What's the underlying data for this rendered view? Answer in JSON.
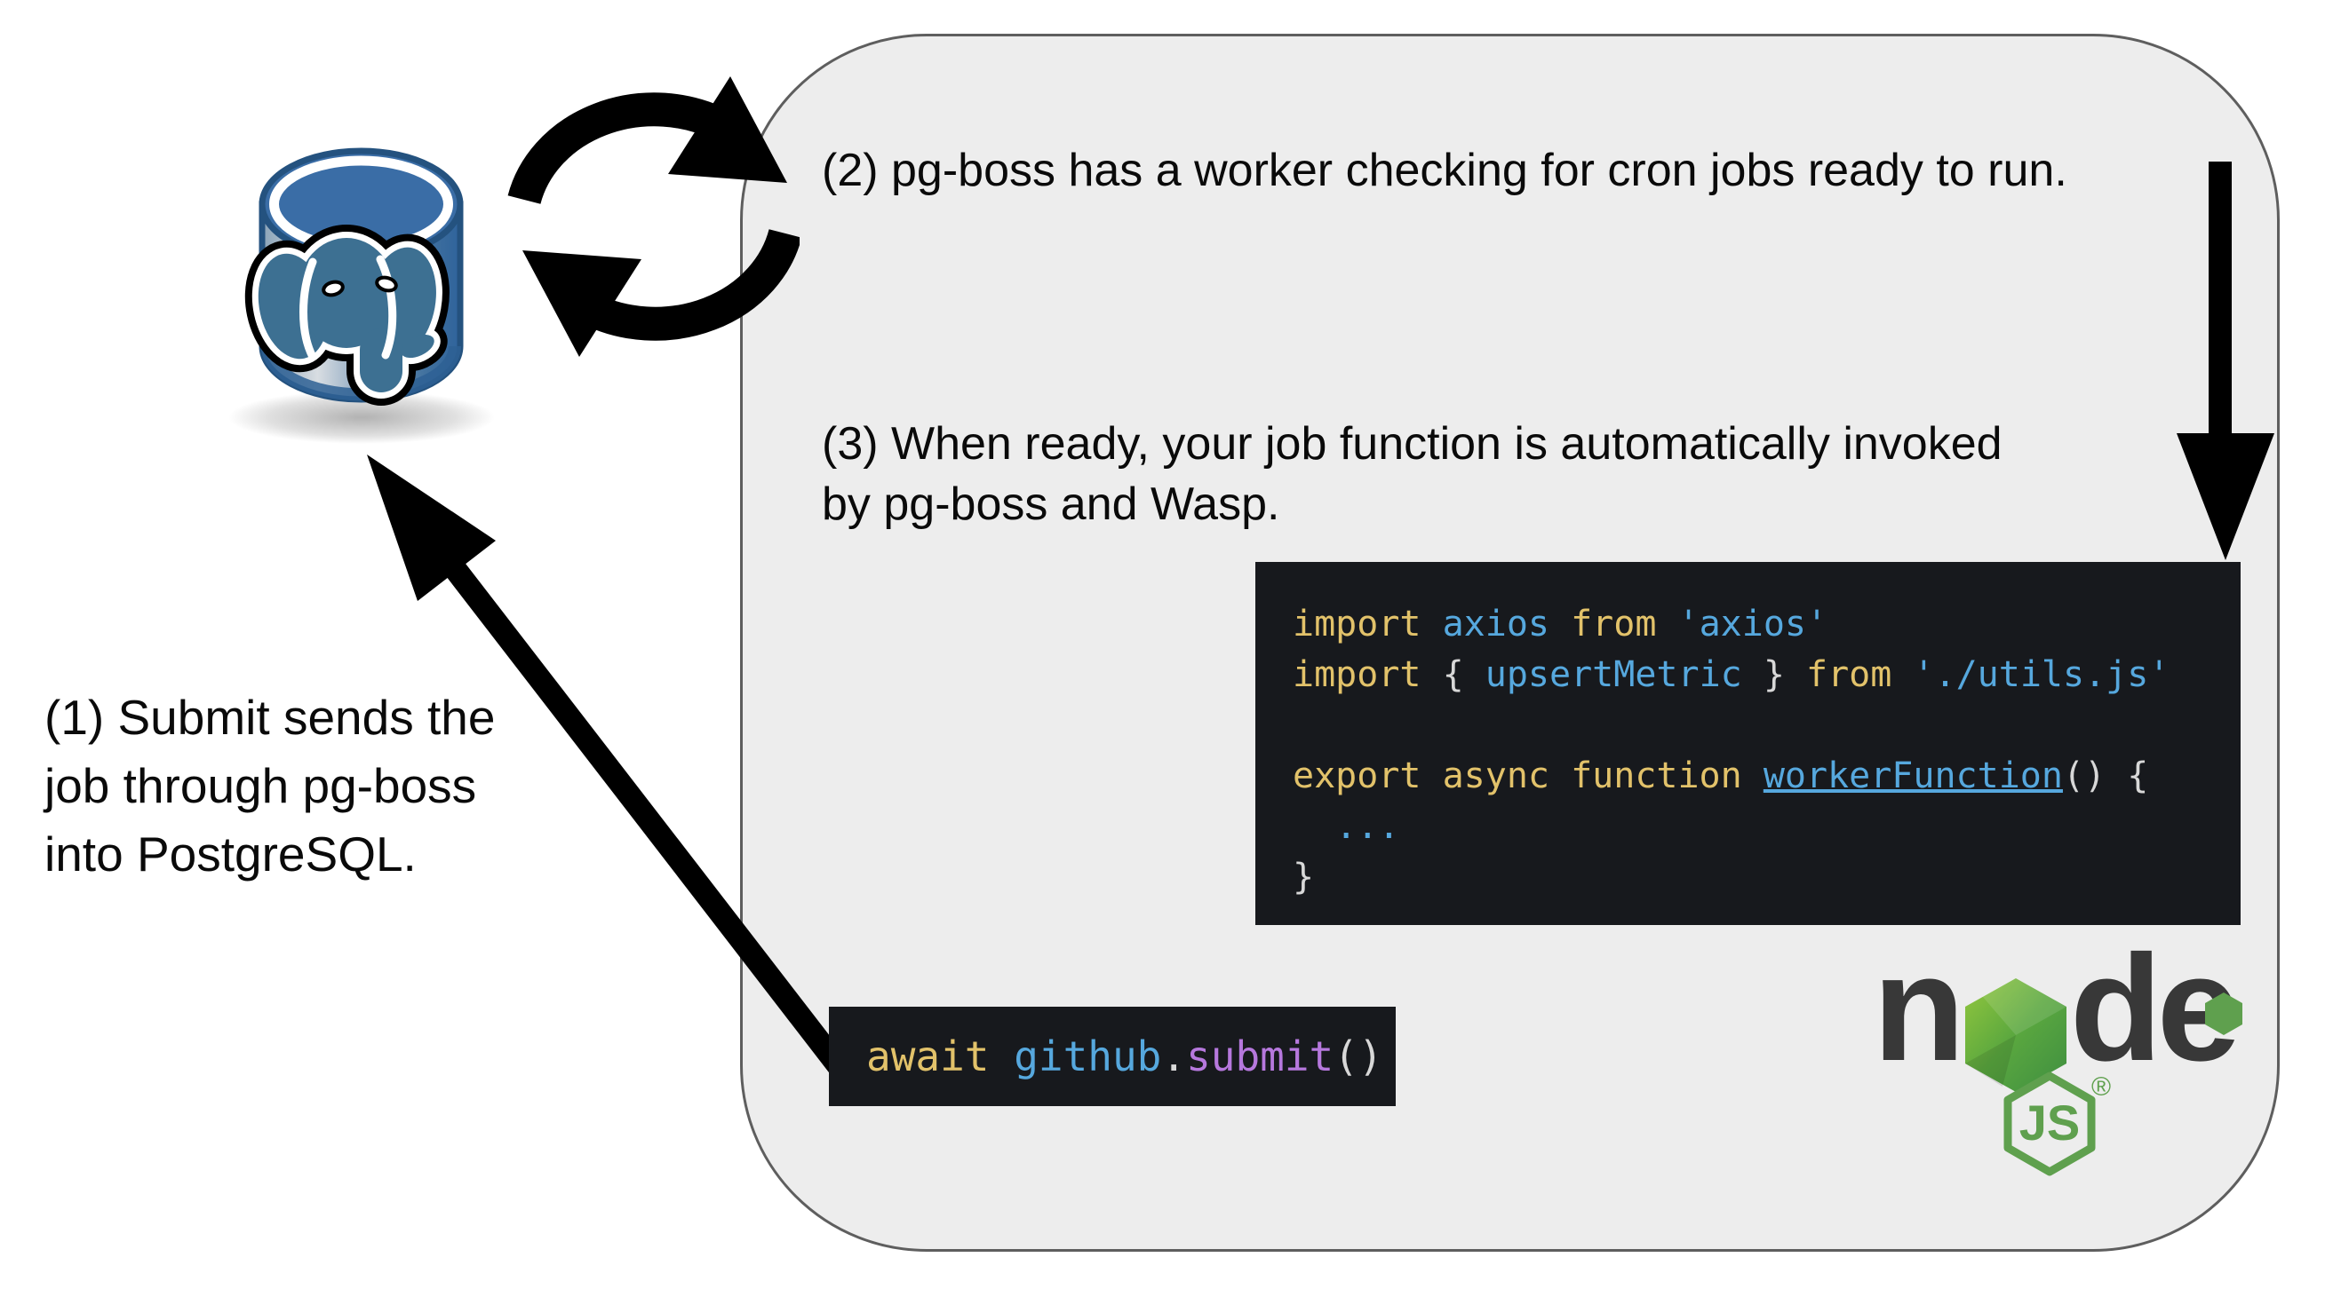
{
  "captions": {
    "step1": [
      "(1) Submit sends the",
      "job through pg-boss",
      "into PostgreSQL."
    ],
    "step2": "(2) pg-boss has a worker checking for cron jobs ready to run.",
    "step3": [
      "(3) When ready, your job function is automatically invoked",
      "by pg-boss and Wasp."
    ]
  },
  "code": {
    "worker": {
      "lines": [
        [
          [
            "kw",
            "import"
          ],
          [
            "pn",
            " "
          ],
          [
            "id",
            "axios"
          ],
          [
            "kw",
            " from "
          ],
          [
            "str",
            "'axios'"
          ]
        ],
        [
          [
            "kw",
            "import"
          ],
          [
            "pn",
            " { "
          ],
          [
            "id",
            "upsertMetric"
          ],
          [
            "pn",
            " } "
          ],
          [
            "kw",
            "from"
          ],
          [
            "pn",
            " "
          ],
          [
            "str",
            "'./utils.js'"
          ]
        ],
        [],
        [
          [
            "kw",
            "export async function "
          ],
          [
            "fn",
            "workerFunction"
          ],
          [
            "pn",
            "() {"
          ]
        ],
        [
          [
            "id",
            "  ..."
          ]
        ],
        [
          [
            "pn",
            "}"
          ]
        ]
      ]
    },
    "submit": {
      "lines": [
        [
          [
            "kw",
            "await"
          ],
          [
            "pn",
            " "
          ],
          [
            "id",
            "github"
          ],
          [
            "pn",
            "."
          ],
          [
            "pp",
            "submit"
          ],
          [
            "pn",
            "()"
          ]
        ]
      ]
    }
  },
  "palette": {
    "kw": "#e2c26a",
    "id": "#56a8de",
    "str": "#56a8de",
    "fn": "#56a8de",
    "pn": "#d8d8d8",
    "pp": "#b678dd",
    "code_bg": "#17191d",
    "panel_bg": "#ededed",
    "panel_border": "#5e5e5e",
    "arrow": "#000000",
    "caption_text": "#0a0a0a",
    "node_dark": "#383838",
    "node_green": "#5fa04e",
    "node_hex_light": "#94c83d",
    "node_hex_dark": "#3e8e41",
    "postgres_blue": "#3a6da6",
    "elephant_blue": "#3d7092"
  },
  "node_logo": {
    "letters": [
      "n",
      "d",
      "e"
    ],
    "js": "JS",
    "reg": "®"
  }
}
